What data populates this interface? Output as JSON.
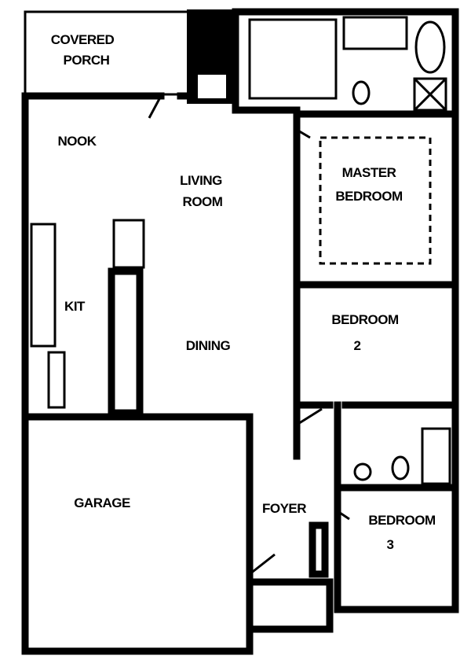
{
  "plan": {
    "rooms": {
      "covered_porch": [
        "COVERED",
        "PORCH"
      ],
      "nook": "NOOK",
      "living_room": [
        "LIVING",
        "ROOM"
      ],
      "master_bedroom": [
        "MASTER",
        "BEDROOM"
      ],
      "kitchen": "KIT",
      "dining": "DINING",
      "bedroom_2": [
        "BEDROOM",
        "2"
      ],
      "garage": "GARAGE",
      "foyer": "FOYER",
      "bedroom_3": [
        "BEDROOM",
        "3"
      ]
    }
  }
}
